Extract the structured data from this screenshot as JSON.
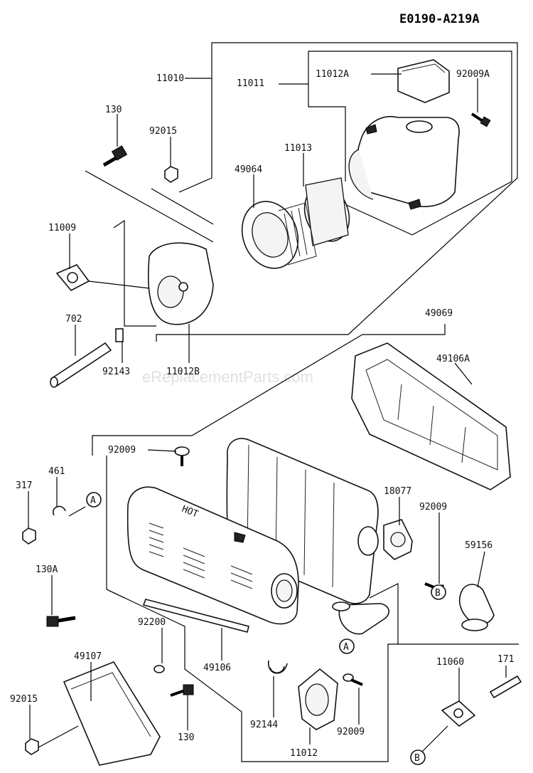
{
  "header": {
    "code": "E0190-A219A"
  },
  "watermark": "eReplacementParts.com",
  "callouts": {
    "A": "A",
    "B": "B"
  },
  "labels": {
    "p11010": "11010",
    "p11011": "11011",
    "p11012A": "11012A",
    "p92009A": "92009A",
    "p130_top": "130",
    "p92015_top": "92015",
    "p11013": "11013",
    "p49064": "49064",
    "p11009": "11009",
    "p702": "702",
    "p92143": "92143",
    "p11012B": "11012B",
    "p49069": "49069",
    "p49106A": "49106A",
    "p92009_top": "92009",
    "p461": "461",
    "p317": "317",
    "p18077": "18077",
    "p92009_mid": "92009",
    "p59156": "59156",
    "p130A": "130A",
    "p92200": "92200",
    "p49107": "49107",
    "p49106": "49106",
    "p92015_bot": "92015",
    "p130_bot": "130",
    "p92144": "92144",
    "p11012": "11012",
    "p92009_bot": "92009",
    "p11060": "11060",
    "p171": "171"
  },
  "embossed": {
    "hot": "HOT"
  }
}
